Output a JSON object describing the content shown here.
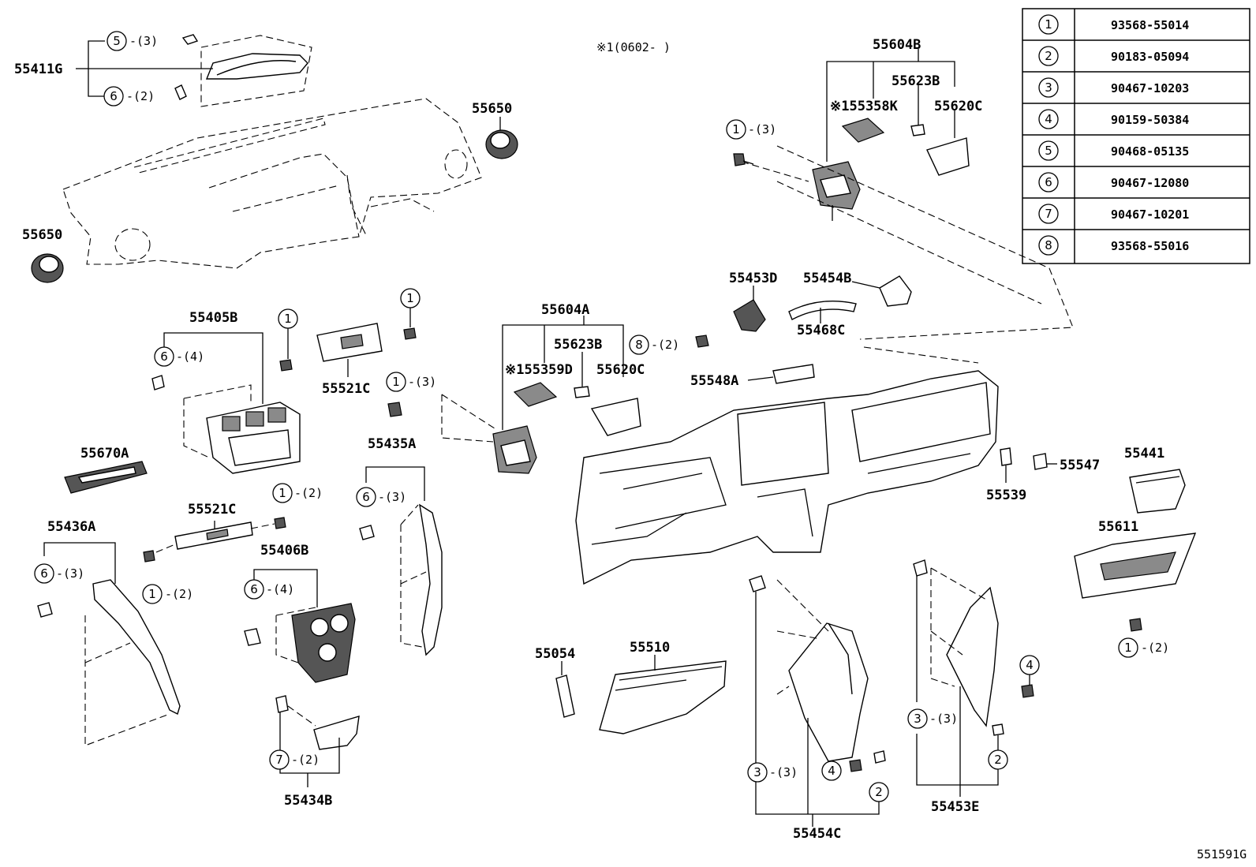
{
  "note": "※1(0602-     )",
  "drawing_code": "551591G",
  "legend": [
    {
      "num": "1",
      "part": "93568-55014"
    },
    {
      "num": "2",
      "part": "90183-05094"
    },
    {
      "num": "3",
      "part": "90467-10203"
    },
    {
      "num": "4",
      "part": "90159-50384"
    },
    {
      "num": "5",
      "part": "90468-05135"
    },
    {
      "num": "6",
      "part": "90467-12080"
    },
    {
      "num": "7",
      "part": "90467-10201"
    },
    {
      "num": "8",
      "part": "93568-55016"
    }
  ],
  "labels": {
    "p55411G": "55411G",
    "p55650a": "55650",
    "p55650b": "55650",
    "p55604B": "55604B",
    "p55623Ba": "55623B",
    "p55358K": "※155358K",
    "p55620Ca": "55620C",
    "p55453D": "55453D",
    "p55454B": "55454B",
    "p55468C": "55468C",
    "p55405B": "55405B",
    "p55521Ca": "55521C",
    "p55604A": "55604A",
    "p55623Bb": "55623B",
    "p55359D": "※155359D",
    "p55620Cb": "55620C",
    "p55548A": "55548A",
    "p55670A": "55670A",
    "p55435A": "55435A",
    "p55521Cb": "55521C",
    "p55436A": "55436A",
    "p55406B": "55406B",
    "p55547": "55547",
    "p55539": "55539",
    "p55441": "55441",
    "p55611": "55611",
    "p55054": "55054",
    "p55510": "55510",
    "p55434B": "55434B",
    "p55454C": "55454C",
    "p55453E": "55453E"
  },
  "qty": {
    "q5_3": "-(3)",
    "q6_2": "-(2)",
    "q1_3a": "-(3)",
    "q6_4a": "-(4)",
    "q8_2": "-(2)",
    "q1_3b": "-(3)",
    "q1_2a": "-(2)",
    "q6_3a": "-(3)",
    "q6_3b": "-(3)",
    "q1_2b": "-(2)",
    "q6_4b": "-(4)",
    "q7_2": "-(2)",
    "q3_3a": "-(3)",
    "q3_3b": "-(3)",
    "q1_2c": "-(2)"
  },
  "callouts": {
    "c5": "5",
    "c6a": "6",
    "c1a": "1",
    "c1b": "1",
    "c1c": "1",
    "c6b": "6",
    "c8": "8",
    "c1d": "1",
    "c6c": "6",
    "c1e": "1",
    "c6d": "6",
    "c1f": "1",
    "c6e": "6",
    "c7": "7",
    "c3a": "3",
    "c4a": "4",
    "c2a": "2",
    "c3b": "3",
    "c4b": "4",
    "c2b": "2",
    "c1g": "1"
  }
}
